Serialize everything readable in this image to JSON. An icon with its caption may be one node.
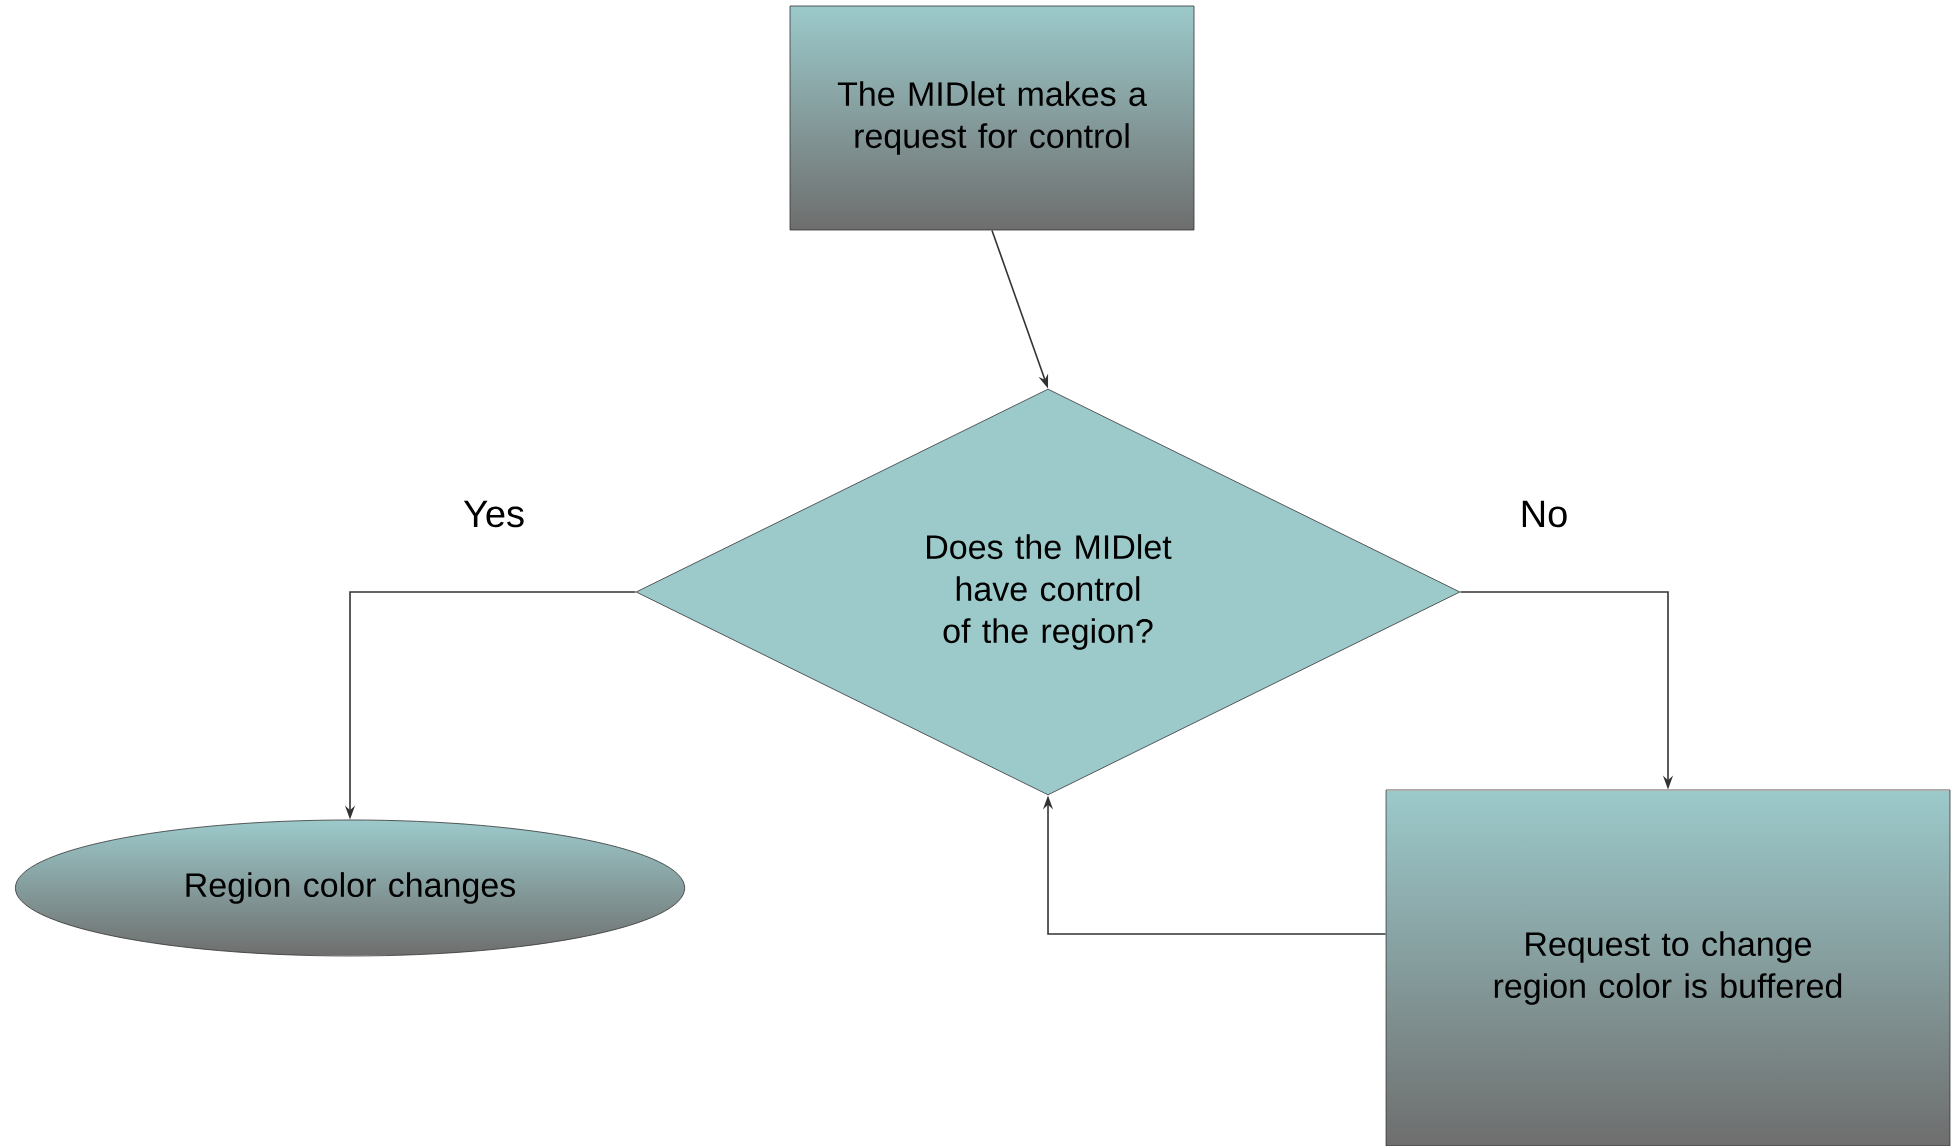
{
  "diagram": {
    "nodes": [
      {
        "text": [
          "The MIDlet makes a request for control"
        ]
      },
      {
        "text": [
          "Does the MIDlet have control of the region?"
        ]
      },
      {
        "text": [
          "Region color changes"
        ]
      },
      {
        "text": [
          "Request to change region color is buffered"
        ]
      }
    ],
    "edges": [
      {
        "from": 0,
        "to": 1,
        "arrow": "to"
      },
      {
        "from": 1,
        "to": 2,
        "arrow": "to",
        "label": "Yes"
      },
      {
        "from": 1,
        "to": 3,
        "arrow": "to",
        "label": "No"
      },
      {
        "from": 3,
        "to": 1,
        "arrow": "to"
      }
    ]
  }
}
